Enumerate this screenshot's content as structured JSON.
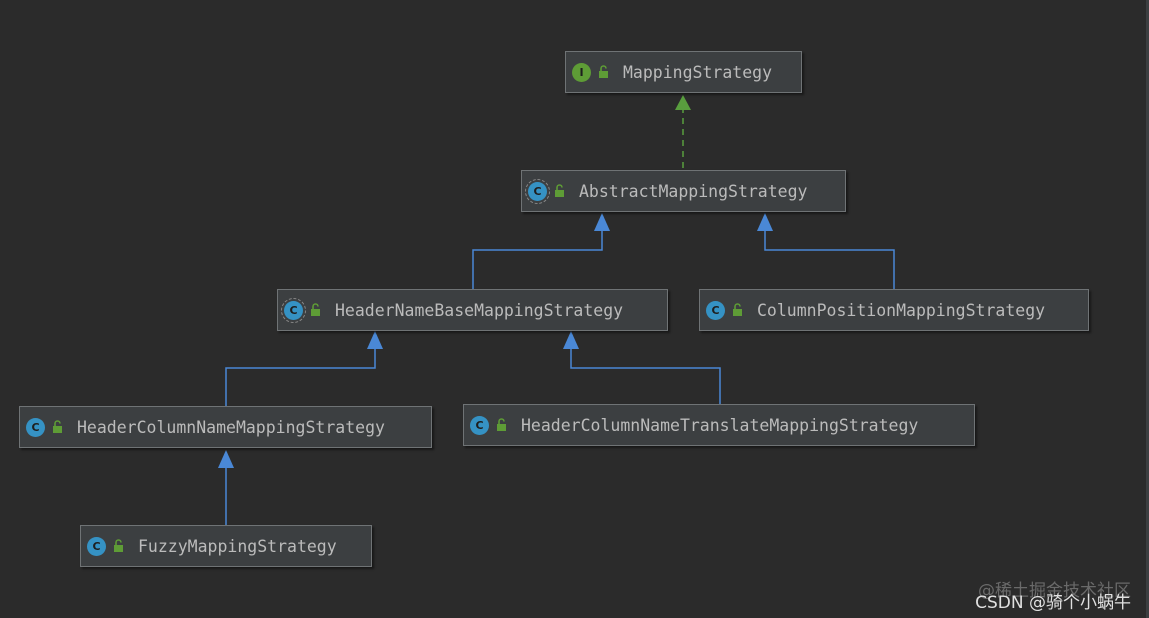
{
  "nodes": [
    {
      "id": "mapping",
      "label": "MappingStrategy",
      "kind": "interface",
      "kind_letter": "I",
      "kind_icon": "interface-icon",
      "visibility_icon": "public-lock-icon"
    },
    {
      "id": "abstract",
      "label": "AbstractMappingStrategy",
      "kind": "abstract-class",
      "kind_letter": "C",
      "kind_icon": "abstract-class-icon",
      "visibility_icon": "public-lock-icon"
    },
    {
      "id": "headerNameBase",
      "label": "HeaderNameBaseMappingStrategy",
      "kind": "abstract-class",
      "kind_letter": "C",
      "kind_icon": "abstract-class-icon",
      "visibility_icon": "public-lock-icon"
    },
    {
      "id": "columnPosition",
      "label": "ColumnPositionMappingStrategy",
      "kind": "class",
      "kind_letter": "C",
      "kind_icon": "class-icon",
      "visibility_icon": "public-lock-icon"
    },
    {
      "id": "headerColumnName",
      "label": "HeaderColumnNameMappingStrategy",
      "kind": "class",
      "kind_letter": "C",
      "kind_icon": "class-icon",
      "visibility_icon": "public-lock-icon"
    },
    {
      "id": "headerColumnNameTranslate",
      "label": "HeaderColumnNameTranslateMappingStrategy",
      "kind": "class",
      "kind_letter": "C",
      "kind_icon": "class-icon",
      "visibility_icon": "public-lock-icon"
    },
    {
      "id": "fuzzy",
      "label": "FuzzyMappingStrategy",
      "kind": "class",
      "kind_letter": "C",
      "kind_icon": "class-icon",
      "visibility_icon": "public-lock-icon"
    }
  ],
  "edges": [
    {
      "from": "abstract",
      "to": "mapping",
      "type": "implements"
    },
    {
      "from": "headerNameBase",
      "to": "abstract",
      "type": "extends"
    },
    {
      "from": "columnPosition",
      "to": "abstract",
      "type": "extends"
    },
    {
      "from": "headerColumnName",
      "to": "headerNameBase",
      "type": "extends"
    },
    {
      "from": "headerColumnNameTranslate",
      "to": "headerNameBase",
      "type": "extends"
    },
    {
      "from": "fuzzy",
      "to": "headerColumnName",
      "type": "extends"
    }
  ],
  "colors": {
    "background": "#2b2b2b",
    "node_fill": "#3c3f41",
    "node_border": "#6f7375",
    "text": "#bbbbbb",
    "extends_edge": "#4a88d6",
    "implements_edge": "#599e3e",
    "class_icon": "#3592c4",
    "interface_icon": "#5e9c36",
    "lock_icon": "#5e9c36"
  },
  "watermark": {
    "line1": "@稀土掘金技术社区",
    "line2": "CSDN @骑个小蜗牛"
  }
}
